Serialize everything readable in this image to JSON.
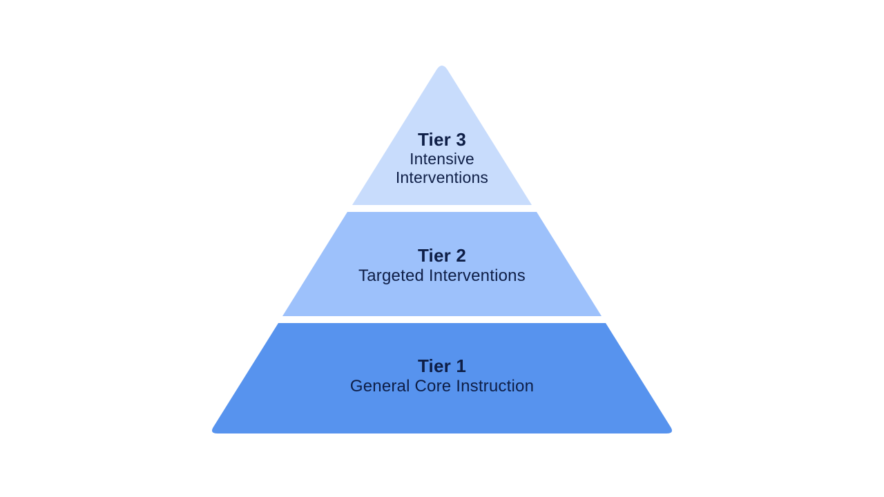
{
  "canvas": {
    "background_color": "#FFFFFF"
  },
  "pyramid": {
    "text_color": "#0E1E46",
    "tiers": [
      {
        "label": "Tier 3",
        "description_lines": [
          "Intensive",
          "Interventions"
        ],
        "fill": "#C8DCFC"
      },
      {
        "label": "Tier 2",
        "description_lines": [
          "Targeted Interventions"
        ],
        "fill": "#9DC1FB"
      },
      {
        "label": "Tier 1",
        "description_lines": [
          "General Core Instruction"
        ],
        "fill": "#5793EE"
      }
    ]
  }
}
